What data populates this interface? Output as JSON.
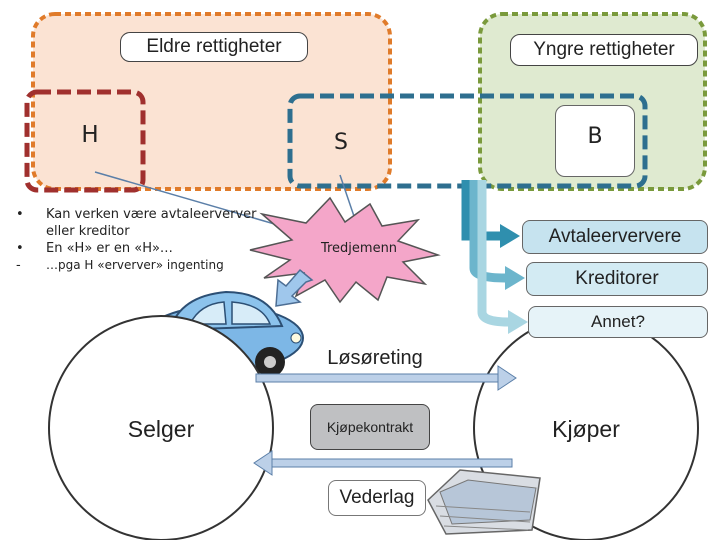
{
  "groups": {
    "elder_label": "Eldre rettigheter",
    "younger_label": "Yngre rettigheter",
    "colors": {
      "elder": "#e07b2a",
      "elder_fill": "#fbe3d3",
      "younger": "#7a9a3c",
      "younger_fill": "#dfead0",
      "h_border": "#a0302e",
      "s_border": "#2e6f8f"
    }
  },
  "parties": {
    "h": "H",
    "s": "S",
    "b": "B"
  },
  "tredjemann": "Tredjemenn",
  "categories": {
    "avtaleerververe": "Avtaleerververe",
    "kreditorer": "Kreditorer",
    "annet": "Annet?"
  },
  "bullets": [
    {
      "mark": "•",
      "text": "Kan verken være avtaleerverver eller kreditor"
    },
    {
      "mark": "•",
      "text": "En «H» er en «H»…"
    },
    {
      "mark": "-",
      "text": "…pga H «erverver» ingenting"
    }
  ],
  "flow": {
    "losoereting": "Løsøreting",
    "selger": "Selger",
    "kjopekontrakt": "Kjøpekontrakt",
    "kjoper": "Kjøper",
    "vederlag": "Vederlag"
  }
}
